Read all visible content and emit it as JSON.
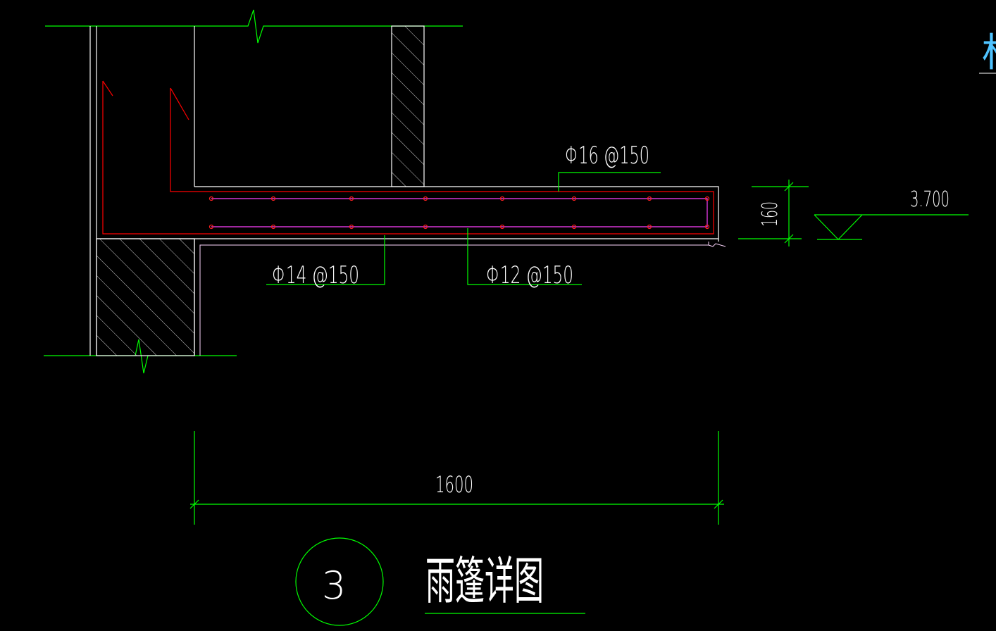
{
  "drawing": {
    "title": "雨篷详图",
    "detail_number": "3"
  },
  "annotations": {
    "top_rebar": "Φ16 @150",
    "bottom_left_rebar": "Φ14 @150",
    "bottom_right_rebar": "Φ12 @150",
    "slab_thickness": "160",
    "elevation": "3.700",
    "span_dimension": "1600",
    "edge_glyph": "标"
  },
  "colors": {
    "background": "#000000",
    "outline": "#ffffff",
    "leader": "#00ff00",
    "rebar_main": "#ff0000",
    "rebar_dist": "#ff00ff",
    "hatch": "#ffffff",
    "edge_glyph": "#00bfff"
  }
}
